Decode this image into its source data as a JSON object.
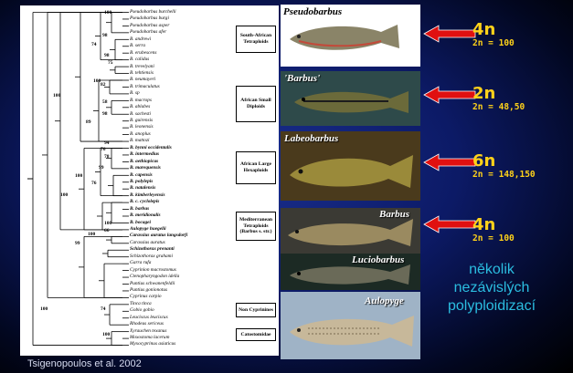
{
  "tree": {
    "taxa": [
      {
        "name": "Pseudobarbus burchelli",
        "bold": false
      },
      {
        "name": "Pseudobarbus burgi",
        "bold": false
      },
      {
        "name": "Pseudobarbus asper",
        "bold": false
      },
      {
        "name": "Pseudobarbus afer",
        "bold": false
      },
      {
        "name": "B. andrewi",
        "bold": false
      },
      {
        "name": "B. serra",
        "bold": false
      },
      {
        "name": "B. erubescens",
        "bold": false
      },
      {
        "name": "B. calidus",
        "bold": false
      },
      {
        "name": "B. trevelyani",
        "bold": false
      },
      {
        "name": "B. tehtiensis",
        "bold": false
      },
      {
        "name": "B. neumayeri",
        "bold": false
      },
      {
        "name": "B. trimaculatus",
        "bold": false
      },
      {
        "name": "B. sp",
        "bold": false
      },
      {
        "name": "B. macrops",
        "bold": false
      },
      {
        "name": "B. ablabes",
        "bold": false
      },
      {
        "name": "B. sachesti",
        "bold": false
      },
      {
        "name": "B. guirensis",
        "bold": false
      },
      {
        "name": "B. leonensis",
        "bold": false
      },
      {
        "name": "B. anoplus",
        "bold": false
      },
      {
        "name": "B. mattozi",
        "bold": false
      },
      {
        "name": "B. bynni occidentalis",
        "bold": true
      },
      {
        "name": "B. intermedius",
        "bold": true
      },
      {
        "name": "B. aethiopicus",
        "bold": true
      },
      {
        "name": "B. marequensis",
        "bold": true
      },
      {
        "name": "B. capensis",
        "bold": true
      },
      {
        "name": "B. polylepis",
        "bold": true
      },
      {
        "name": "B. natalensis",
        "bold": true
      },
      {
        "name": "B. kimberleyensis",
        "bold": true
      },
      {
        "name": "B. c. cyclolepis",
        "bold": true
      },
      {
        "name": "B. barbus",
        "bold": true
      },
      {
        "name": "B. meridionalis",
        "bold": true
      },
      {
        "name": "B. bocagei",
        "bold": true
      },
      {
        "name": "Aulopyge huegelii",
        "bold": true
      },
      {
        "name": "Carassius auratus langsdorfi",
        "bold": true
      },
      {
        "name": "Carassius auratus",
        "bold": false
      },
      {
        "name": "Schizothorax prenanti",
        "bold": true
      },
      {
        "name": "Schizothorax grahami",
        "bold": false
      },
      {
        "name": "Garra rufa",
        "bold": false
      },
      {
        "name": "Cyprinion macrostomus",
        "bold": false
      },
      {
        "name": "Ctenopharyngodon idella",
        "bold": false
      },
      {
        "name": "Puntius schwanenfeldii",
        "bold": false
      },
      {
        "name": "Puntius gonionotus",
        "bold": false
      },
      {
        "name": "Cyprinus carpio",
        "bold": false
      },
      {
        "name": "Tinca tinca",
        "bold": false
      },
      {
        "name": "Gobio gobio",
        "bold": false
      },
      {
        "name": "Leuciscus leuciscus",
        "bold": false
      },
      {
        "name": "Rhodeus sericeus",
        "bold": false
      },
      {
        "name": "Xyrauchen texanus",
        "bold": false
      },
      {
        "name": "Moxostoma lacerum",
        "bold": false
      },
      {
        "name": "Myxocyprinus asiaticus",
        "bold": false
      }
    ],
    "bootstrap": [
      "100",
      "74",
      "98",
      "75",
      "98",
      "100",
      "100",
      "82",
      "98",
      "58",
      "89",
      "76",
      "99",
      "76",
      "78",
      "94",
      "100",
      "100",
      "100",
      "66",
      "100",
      "99",
      "100",
      "74",
      "100"
    ],
    "groups": [
      "South-African Tetraploids",
      "African Small Diploids",
      "African Large Hexaploids",
      "Mediterranean Tetraploids (Barbus s. str.)",
      "Non Cyprinines",
      "Catostomidae"
    ]
  },
  "fish": [
    {
      "name": "Pseudobarbus"
    },
    {
      "name": "'Barbus'"
    },
    {
      "name": "Labeobarbus"
    },
    {
      "name": "Barbus"
    },
    {
      "name": "Luciobarbus"
    },
    {
      "name": "Aulopyge"
    }
  ],
  "ploidy": [
    {
      "level": "4n",
      "count": "2n = 100"
    },
    {
      "level": "2n",
      "count": "2n = 48,50"
    },
    {
      "level": "6n",
      "count": "2n = 148,150"
    },
    {
      "level": "4n",
      "count": "2n = 100"
    }
  ],
  "note": {
    "line1": "několik",
    "line2": "nezávislých",
    "line3": "polyploidizací"
  },
  "citation": "Tsigenopoulos et al. 2002",
  "colors": {
    "accent": "#ffd21a",
    "arrow": "#e01010",
    "note": "#2bbde0",
    "background": "#0c1a66"
  }
}
